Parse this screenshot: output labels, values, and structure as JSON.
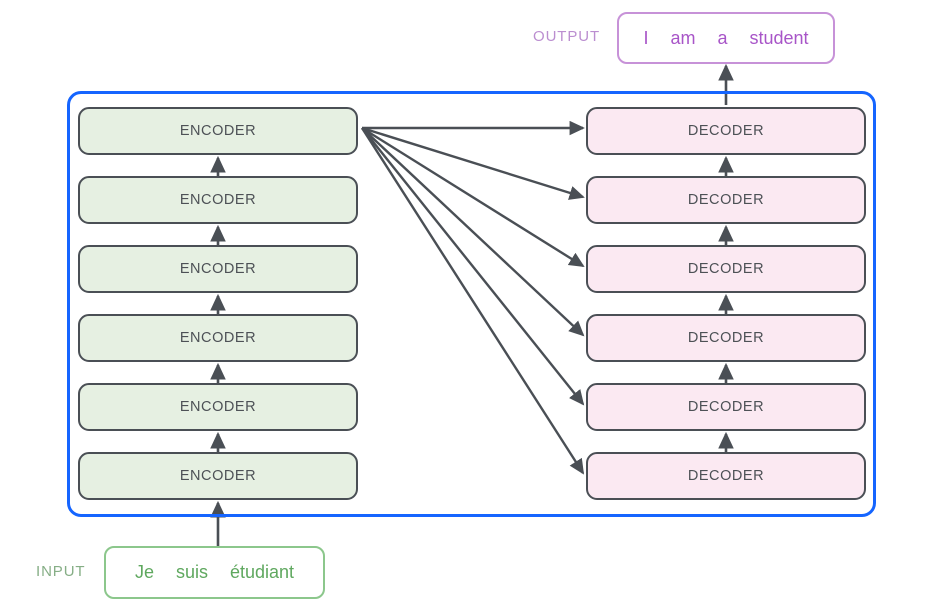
{
  "diagram": {
    "title": "Transformer encoder-decoder stack",
    "background_color": "#ffffff",
    "container": {
      "name": "model-container",
      "border_color": "#1565ff"
    },
    "colors": {
      "encoder_fill": "#e6f0e2",
      "decoder_fill": "#fbe9f2",
      "block_border": "#4a4f55",
      "block_text": "#4d5156",
      "arrow": "#4a4f55",
      "container_border": "#1565ff",
      "output_border": "#c792d8",
      "output_text": "#a855c8",
      "output_label": "#bb8ed0",
      "input_border": "#8cc78c",
      "input_text": "#5fa85f",
      "input_label": "#86ae86"
    }
  },
  "output": {
    "label": "OUTPUT",
    "tokens": [
      "I",
      "am",
      "a",
      "student"
    ]
  },
  "input": {
    "label": "INPUT",
    "tokens": [
      "Je",
      "suis",
      "étudiant"
    ]
  },
  "encoder_stack": {
    "count": 6,
    "blocks": [
      {
        "label": "ENCODER"
      },
      {
        "label": "ENCODER"
      },
      {
        "label": "ENCODER"
      },
      {
        "label": "ENCODER"
      },
      {
        "label": "ENCODER"
      },
      {
        "label": "ENCODER"
      }
    ]
  },
  "decoder_stack": {
    "count": 6,
    "blocks": [
      {
        "label": "DECODER"
      },
      {
        "label": "DECODER"
      },
      {
        "label": "DECODER"
      },
      {
        "label": "DECODER"
      },
      {
        "label": "DECODER"
      },
      {
        "label": "DECODER"
      }
    ]
  },
  "connections": {
    "encoder_to_decoder_count": 6,
    "input_to_encoder": 1,
    "decoder_to_output": 1
  }
}
